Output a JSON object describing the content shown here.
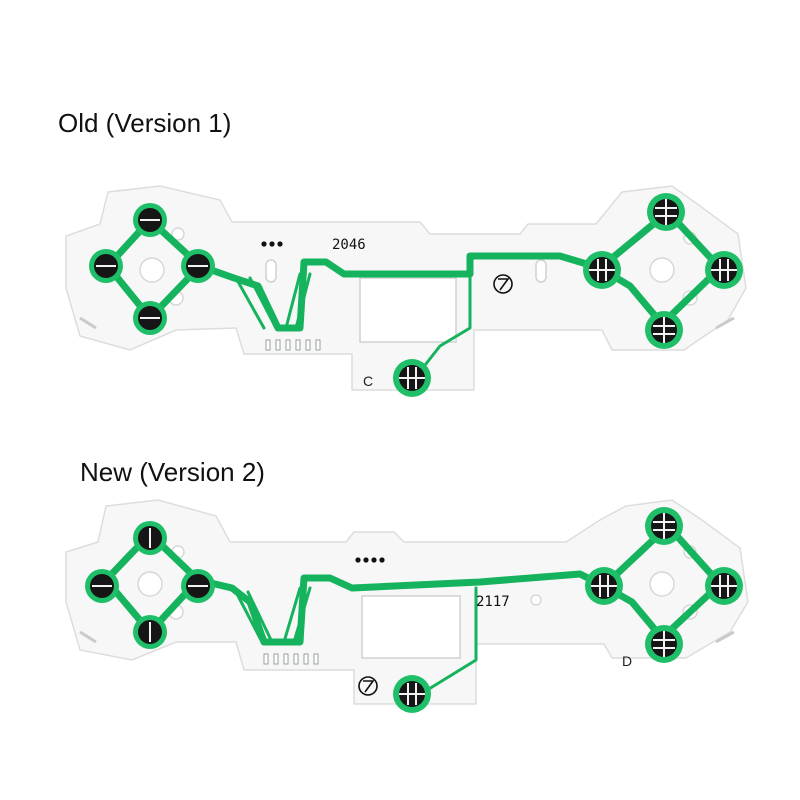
{
  "labels": {
    "old": "Old (Version 1)",
    "new": "New (Version 2)"
  },
  "boards": {
    "old": {
      "code": "2046",
      "letter": "C"
    },
    "new": {
      "code": "2117",
      "letter": "D"
    }
  },
  "colors": {
    "trace": "#16b35e",
    "pad": "#161616",
    "board": "#f6f7f6"
  }
}
